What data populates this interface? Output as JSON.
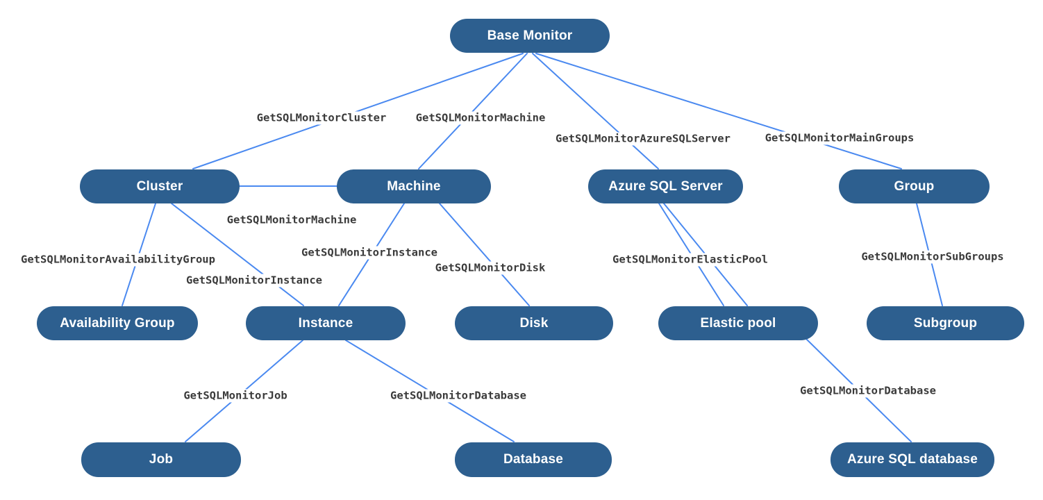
{
  "diagram": {
    "colors": {
      "background": "#ffffff",
      "node_fill": "#2d5f8f",
      "node_text": "#ffffff",
      "edge_line": "#4a89f0",
      "edge_label_text": "#3a3a3a"
    },
    "nodes": [
      {
        "id": "base-monitor",
        "label": "Base Monitor"
      },
      {
        "id": "cluster",
        "label": "Cluster"
      },
      {
        "id": "machine",
        "label": "Machine"
      },
      {
        "id": "azure-sql-server",
        "label": "Azure SQL Server"
      },
      {
        "id": "group",
        "label": "Group"
      },
      {
        "id": "availability-group",
        "label": "Availability Group"
      },
      {
        "id": "instance",
        "label": "Instance"
      },
      {
        "id": "disk",
        "label": "Disk"
      },
      {
        "id": "elastic-pool",
        "label": "Elastic pool"
      },
      {
        "id": "subgroup",
        "label": "Subgroup"
      },
      {
        "id": "job",
        "label": "Job"
      },
      {
        "id": "database",
        "label": "Database"
      },
      {
        "id": "azure-sql-database",
        "label": "Azure SQL database"
      }
    ],
    "edges": [
      {
        "from": "base-monitor",
        "to": "cluster",
        "label": "GetSQLMonitorCluster"
      },
      {
        "from": "base-monitor",
        "to": "machine",
        "label": "GetSQLMonitorMachine"
      },
      {
        "from": "base-monitor",
        "to": "azure-sql-server",
        "label": "GetSQLMonitorAzureSQLServer"
      },
      {
        "from": "base-monitor",
        "to": "group",
        "label": "GetSQLMonitorMainGroups"
      },
      {
        "from": "cluster",
        "to": "machine",
        "label": "GetSQLMonitorMachine"
      },
      {
        "from": "cluster",
        "to": "availability-group",
        "label": "GetSQLMonitorAvailabilityGroup"
      },
      {
        "from": "cluster",
        "to": "instance",
        "label": "GetSQLMonitorInstance"
      },
      {
        "from": "machine",
        "to": "instance",
        "label": "GetSQLMonitorInstance"
      },
      {
        "from": "machine",
        "to": "disk",
        "label": "GetSQLMonitorDisk"
      },
      {
        "from": "azure-sql-server",
        "to": "elastic-pool",
        "label": "GetSQLMonitorElasticPool"
      },
      {
        "from": "azure-sql-server",
        "to": "elastic-pool",
        "label": ""
      },
      {
        "from": "group",
        "to": "subgroup",
        "label": "GetSQLMonitorSubGroups"
      },
      {
        "from": "instance",
        "to": "job",
        "label": "GetSQLMonitorJob"
      },
      {
        "from": "instance",
        "to": "database",
        "label": "GetSQLMonitorDatabase"
      },
      {
        "from": "elastic-pool",
        "to": "azure-sql-database",
        "label": "GetSQLMonitorDatabase"
      }
    ]
  }
}
